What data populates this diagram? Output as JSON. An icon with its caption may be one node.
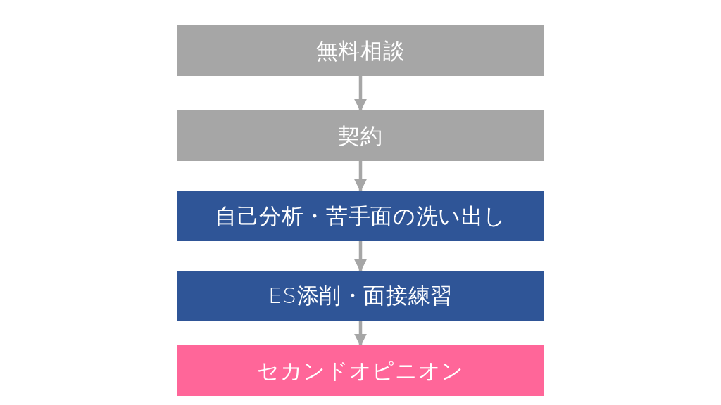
{
  "diagram": {
    "nodes": [
      {
        "text": [
          "無料相談"
        ]
      },
      {
        "text": [
          "契約"
        ]
      },
      {
        "text": [
          "自己分析・苦手面の洗い出し"
        ]
      },
      {
        "text": [
          "ES添削・面接練習"
        ]
      },
      {
        "text": [
          "セカンドオピニオン"
        ]
      }
    ],
    "edges": [
      {
        "from": 0,
        "to": 1,
        "arrow": "to"
      },
      {
        "from": 1,
        "to": 2,
        "arrow": "to"
      },
      {
        "from": 2,
        "to": 3,
        "arrow": "to"
      },
      {
        "from": 3,
        "to": 4,
        "arrow": "to"
      }
    ]
  }
}
